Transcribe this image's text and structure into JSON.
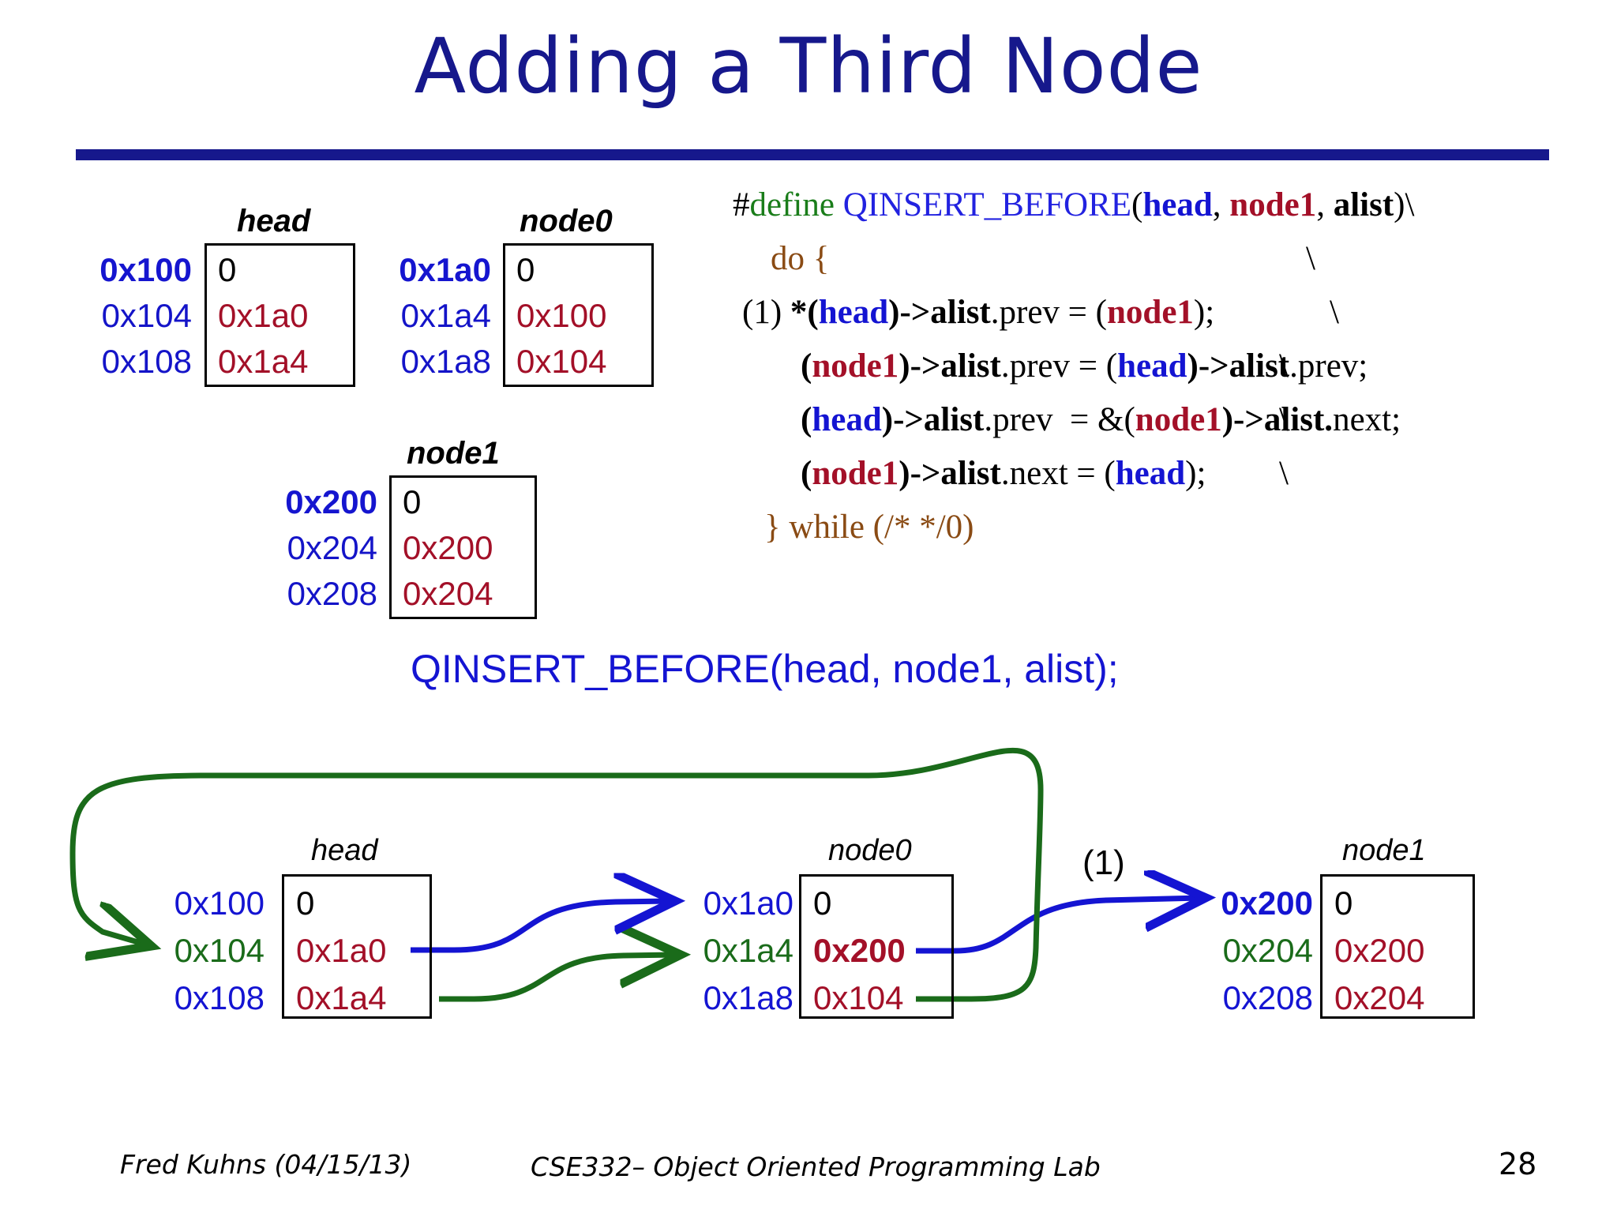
{
  "slide": {
    "title": "Adding a Third Node",
    "page_number": "28",
    "footer_left": "Fred Kuhns (04/15/13)",
    "footer_center": "CSE332– Object Oriented Programming Lab",
    "call_text": "QINSERT_BEFORE(head, node1, alist);",
    "accent_color": "#16188c",
    "blue": "#1414d2",
    "red": "#a31028",
    "green": "#1a6b1a"
  },
  "top_tables": [
    {
      "name": "head",
      "label": "head",
      "rows": [
        {
          "address": "0x100",
          "addr_bold": true,
          "value": "0",
          "value_kind": "zero"
        },
        {
          "address": "0x104",
          "addr_bold": false,
          "value": "0x1a0",
          "value_kind": "red"
        },
        {
          "address": "0x108",
          "addr_bold": false,
          "value": "0x1a4",
          "value_kind": "red"
        }
      ]
    },
    {
      "name": "node0",
      "label": "node0",
      "rows": [
        {
          "address": "0x1a0",
          "addr_bold": true,
          "value": "0",
          "value_kind": "zero"
        },
        {
          "address": "0x1a4",
          "addr_bold": false,
          "value": "0x100",
          "value_kind": "red"
        },
        {
          "address": "0x1a8",
          "addr_bold": false,
          "value": "0x104",
          "value_kind": "red"
        }
      ]
    },
    {
      "name": "node1",
      "label": "node1",
      "rows": [
        {
          "address": "0x200",
          "addr_bold": true,
          "value": "0",
          "value_kind": "zero"
        },
        {
          "address": "0x204",
          "addr_bold": false,
          "value": "0x200",
          "value_kind": "red"
        },
        {
          "address": "0x208",
          "addr_bold": false,
          "value": "0x204",
          "value_kind": "red"
        }
      ]
    }
  ],
  "code": {
    "line1": {
      "hash": "#",
      "define": "define",
      "macro": "QINSERT_BEFORE",
      "open": "(",
      "a1": "head",
      "c1": ", ",
      "a2": "node1",
      "c2": ", ",
      "a3": "alist",
      "close": ")",
      "cont": "\\"
    },
    "line2": {
      "text": "do {",
      "cont": "\\"
    },
    "line3": {
      "step": "(1)",
      "p1": "*(",
      "v1": "head",
      "p2": ")->",
      "s1": "alist",
      "p3": ".prev = (",
      "v2": "node1",
      "p4": ");",
      "cont": "\\"
    },
    "line4": {
      "p1": "(",
      "v1": "node1",
      "p2": ")->",
      "s1": "alist",
      "p3": ".prev = (",
      "v2": "head",
      "p4": ")->",
      "s2": "alist",
      "p5": ".prev;",
      "cont": "\\"
    },
    "line5": {
      "p1": "(",
      "v1": "head",
      "p2": ")->",
      "s1": "alist",
      "p3": ".prev  = &(",
      "v2": "node1",
      "p4": ")->",
      "s2": "alist.",
      "p5": "next;",
      "cont": "\\"
    },
    "line6": {
      "p1": "(",
      "v1": "node1",
      "p2": ")->",
      "s1": "alist",
      "p3": ".next = (",
      "v2": "head",
      "p4": ");",
      "cont": "\\"
    },
    "line7": {
      "text": "} while (/* */0)"
    }
  },
  "diagram": {
    "step_marker": "(1)",
    "nodes": [
      {
        "name": "head",
        "label": "head",
        "rows": [
          {
            "address": "0x100",
            "addr_color": "blue",
            "value": "0",
            "value_kind": "zero"
          },
          {
            "address": "0x104",
            "addr_color": "green",
            "value": "0x1a0",
            "value_kind": "red"
          },
          {
            "address": "0x108",
            "addr_color": "blue",
            "value": "0x1a4",
            "value_kind": "red"
          }
        ]
      },
      {
        "name": "node0",
        "label": "node0",
        "rows": [
          {
            "address": "0x1a0",
            "addr_color": "blue",
            "value": "0",
            "value_kind": "zero"
          },
          {
            "address": "0x1a4",
            "addr_color": "green",
            "value": "0x200",
            "value_kind": "red-bold"
          },
          {
            "address": "0x1a8",
            "addr_color": "blue",
            "value": "0x104",
            "value_kind": "red"
          }
        ]
      },
      {
        "name": "node1",
        "label": "node1",
        "rows": [
          {
            "address": "0x200",
            "addr_color": "bblue",
            "value": "0",
            "value_kind": "zero"
          },
          {
            "address": "0x204",
            "addr_color": "green",
            "value": "0x200",
            "value_kind": "red"
          },
          {
            "address": "0x208",
            "addr_color": "blue",
            "value": "0x204",
            "value_kind": "red"
          }
        ]
      }
    ]
  }
}
